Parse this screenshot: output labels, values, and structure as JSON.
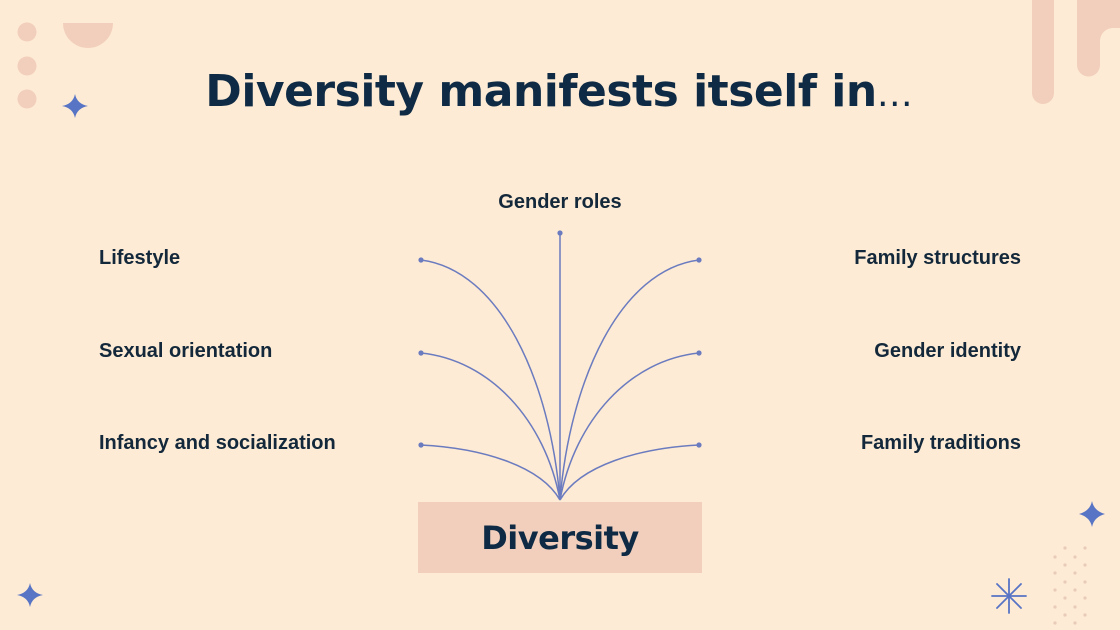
{
  "slide": {
    "title": "Diversity manifests itself in",
    "title_suffix": "…",
    "center": {
      "label": "Diversity"
    },
    "branches": {
      "top": {
        "label": "Gender roles"
      },
      "left": [
        {
          "label": "Lifestyle"
        },
        {
          "label": "Sexual orientation"
        },
        {
          "label": "Infancy and socialization"
        }
      ],
      "right": [
        {
          "label": "Family structures"
        },
        {
          "label": "Gender identity"
        },
        {
          "label": "Family traditions"
        }
      ]
    }
  },
  "colors": {
    "background": "#fdebd5",
    "text": "#0e2a44",
    "accent_blue": "#5874c4",
    "line": "#6b7bbf",
    "peach": "#f2cfbc",
    "dots": "#e8cbb9"
  },
  "decorations": {
    "top_left": [
      "circle",
      "circle",
      "circle",
      "half-circle",
      "four-point-star"
    ],
    "top_right": [
      "rounded-bar",
      "rounded-hook"
    ],
    "bottom_right": [
      "four-point-star",
      "dot-grid",
      "asterisk"
    ],
    "bottom_left": [
      "four-point-star"
    ]
  }
}
